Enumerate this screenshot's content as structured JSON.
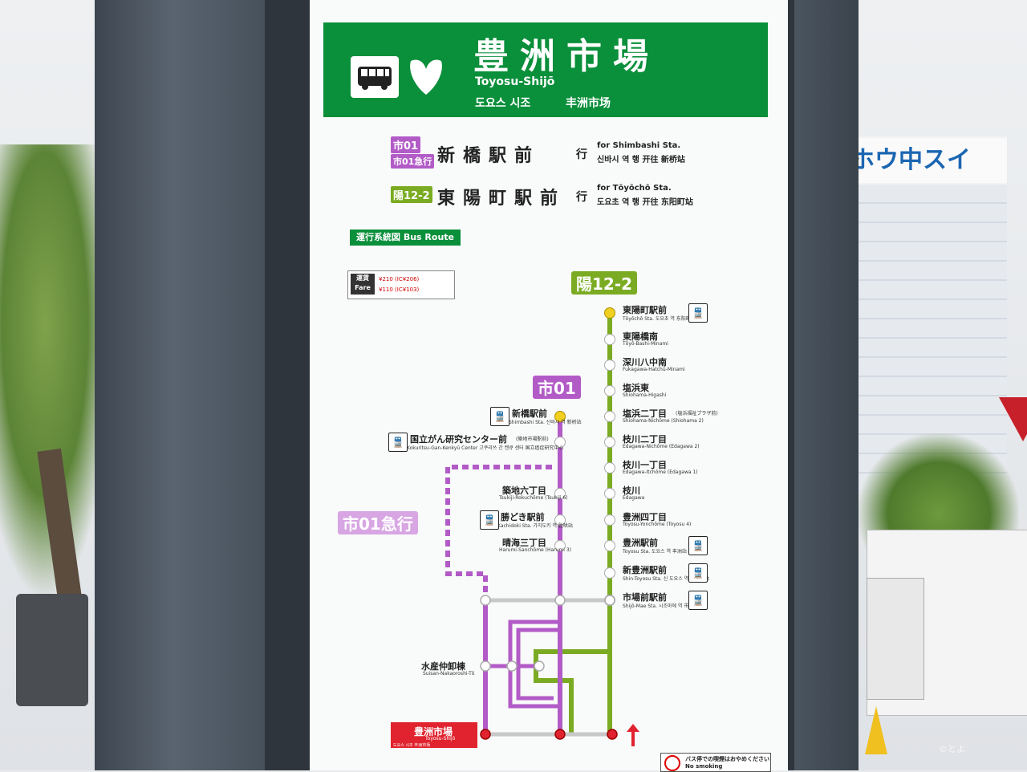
{
  "header": {
    "stop_name_jp": "豊洲市場",
    "stop_name_romaji": "Toyosu-Shijō",
    "stop_name_ko": "도요스 시조",
    "stop_name_zh": "丰洲市场",
    "icons": [
      "bus-icon",
      "tokyo-ginkgo-icon"
    ],
    "colors": {
      "header_green": "#0a8f3a",
      "route_purple": "#b25bc7",
      "route_green": "#7aab22",
      "current_red": "#e0232e"
    }
  },
  "destinations": [
    {
      "badges": [
        "市01",
        "市01急行"
      ],
      "name": "新橋駅前",
      "suffix": "行",
      "en": "for Shimbashi Sta.",
      "ko_zh": "신바시 역 행  开往 新桥站"
    },
    {
      "badges": [
        "陽12-2"
      ],
      "name": "東陽町駅前",
      "suffix": "行",
      "en": "for Tōyōchō Sta.",
      "ko_zh": "도요초 역 행  开往 东阳町站"
    }
  ],
  "route_map": {
    "title": "運行系統図 Bus Route",
    "fare": {
      "label": "運賃 Fare",
      "adult": "¥210 (IC¥206)",
      "child": "¥110 (IC¥103)"
    },
    "route_labels": {
      "green": "陽12-2",
      "purple": "市01",
      "express": "市01急行"
    },
    "green_stops": [
      {
        "name": "東陽町駅前",
        "sub": "Tōyōchō Sta.  도요초 역  东阳町站",
        "train": true
      },
      {
        "name": "東陽橋南",
        "sub": "Tōyō-Bashi-Minami",
        "train": false
      },
      {
        "name": "深川八中南",
        "sub": "Fukagawa-Hatchū-Minami",
        "train": false
      },
      {
        "name": "塩浜東",
        "sub": "Shiohama-Higashi",
        "train": false
      },
      {
        "name": "塩浜二丁目",
        "note": "(塩浜福祉プラザ前)",
        "sub": "Shiohama-Nichōme (Shiohama 2)",
        "train": false
      },
      {
        "name": "枝川二丁目",
        "sub": "Edagawa-Nichōme (Edagawa 2)",
        "train": false
      },
      {
        "name": "枝川一丁目",
        "sub": "Edagawa-Itchōme (Edagawa 1)",
        "train": false
      },
      {
        "name": "枝川",
        "sub": "Edagawa",
        "train": false
      },
      {
        "name": "豊洲四丁目",
        "sub": "Toyosu-Yonchōme (Toyosu 4)",
        "train": false
      },
      {
        "name": "豊洲駅前",
        "sub": "Toyosu Sta.  도요스 역  丰洲站",
        "train": true
      },
      {
        "name": "新豊洲駅前",
        "sub": "Shin-Toyosu Sta.  신 도요스 역  新丰洲站",
        "train": true
      },
      {
        "name": "市場前駅前",
        "sub": "Shijō-Mae Sta.  시조마에 역  市场前站",
        "train": true
      }
    ],
    "purple_stops": [
      {
        "name": "新橋駅前",
        "sub": "Shimbashi Sta.  신바시 역  新桥站",
        "train": true
      },
      {
        "name": "国立がん研究センター前",
        "note": "(築地市場駅前)",
        "sub": "Kokuritsu-Gan-Kenkyū Center  고쿠리쓰 간 켄큐 센터  国立癌症研究中心",
        "train": true
      },
      {
        "name": "築地六丁目",
        "sub": "Tsukiji-Rokuchōme (Tsukiji 6)",
        "train": false
      },
      {
        "name": "勝どき駅前",
        "sub": "Kachidoki Sta.  가치도키 역  胜哄站",
        "train": true
      },
      {
        "name": "晴海三丁目",
        "sub": "Harumi-Sanchōme (Harumi 3)",
        "train": false
      }
    ],
    "other_stop": {
      "name": "水産仲卸棟",
      "sub": "Suisan-Nakaoroshi-Tō"
    },
    "current_stop": {
      "name": "豊洲市場",
      "sub": "Toyosu-Shijō",
      "ko": "도요스 시조",
      "zh": "丰洲市场"
    }
  },
  "notices": {
    "no_smoking_jp": "バス停での喫煙はおやめください",
    "no_smoking_en": "No smoking"
  },
  "background": {
    "building_sign": "ホウ中スイ",
    "watermark": "©とよ"
  }
}
